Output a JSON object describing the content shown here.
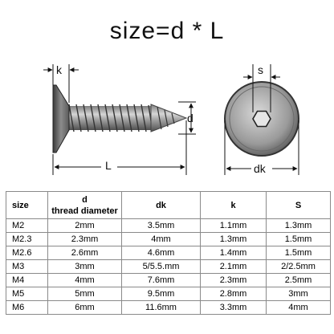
{
  "title": "size=d * L",
  "diagram": {
    "label_k": "k",
    "label_d": "d",
    "label_L": "L",
    "label_s": "s",
    "label_dk": "dk"
  },
  "table": {
    "headers": {
      "size": "size",
      "d_top": "d",
      "d_bottom": "thread diameter",
      "dk": "dk",
      "k": "k",
      "s": "S"
    },
    "rows": [
      {
        "size": "M2",
        "d": "2mm",
        "dk": "3.5mm",
        "k": "1.1mm",
        "s": "1.3mm"
      },
      {
        "size": "M2.3",
        "d": "2.3mm",
        "dk": "4mm",
        "k": "1.3mm",
        "s": "1.5mm"
      },
      {
        "size": "M2.6",
        "d": "2.6mm",
        "dk": "4.6mm",
        "k": "1.4mm",
        "s": "1.5mm"
      },
      {
        "size": "M3",
        "d": "3mm",
        "dk": "5/5.5.mm",
        "k": "2.1mm",
        "s": "2/2.5mm"
      },
      {
        "size": "M4",
        "d": "4mm",
        "dk": "7.6mm",
        "k": "2.3mm",
        "s": "2.5mm"
      },
      {
        "size": "M5",
        "d": "5mm",
        "dk": "9.5mm",
        "k": "2.8mm",
        "s": "3mm"
      },
      {
        "size": "M6",
        "d": "6mm",
        "dk": "11.6mm",
        "k": "3.3mm",
        "s": "4mm"
      }
    ]
  }
}
